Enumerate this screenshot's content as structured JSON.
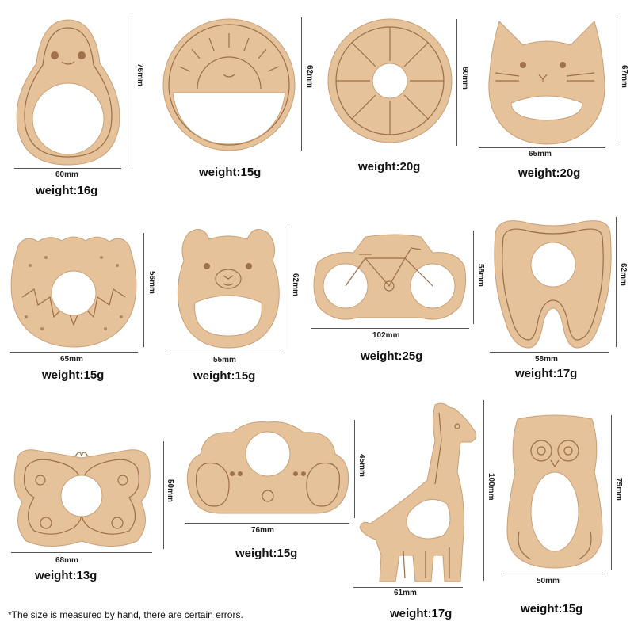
{
  "colors": {
    "wood": "#e6c29a",
    "wood_edge": "#c9a077",
    "engraving": "#9c6e45",
    "text": "#111111"
  },
  "items": [
    {
      "name": "avocado",
      "dimension": "60mm",
      "dimension2": "76mm",
      "weight": "weight:16g"
    },
    {
      "name": "sun",
      "dimension": "62mm",
      "weight": "weight:15g"
    },
    {
      "name": "orange-slice",
      "dimension": "60mm",
      "weight": "weight:20g"
    },
    {
      "name": "cat",
      "dimension": "65mm",
      "dimension2": "67mm",
      "weight": "weight:20g"
    },
    {
      "name": "strawberry-donut",
      "dimension": "65mm",
      "dimension2": "56mm",
      "weight": "weight:15g"
    },
    {
      "name": "bear",
      "dimension": "55mm",
      "dimension2": "62mm",
      "weight": "weight:15g"
    },
    {
      "name": "bicycle",
      "dimension": "102mm",
      "dimension2": "58mm",
      "weight": "weight:25g"
    },
    {
      "name": "tooth",
      "dimension": "58mm",
      "dimension2": "62mm",
      "weight": "weight:17g"
    },
    {
      "name": "butterfly",
      "dimension": "68mm",
      "dimension2": "50mm",
      "weight": "weight:13g"
    },
    {
      "name": "cloud",
      "dimension": "76mm",
      "dimension2": "45mm",
      "weight": "weight:15g"
    },
    {
      "name": "giraffe",
      "dimension": "61mm",
      "dimension2": "100mm",
      "weight": "weight:17g"
    },
    {
      "name": "owl",
      "dimension": "50mm",
      "dimension2": "75mm",
      "weight": "weight:15g"
    }
  ],
  "footnote": "*The size is measured by hand, there are certain errors."
}
